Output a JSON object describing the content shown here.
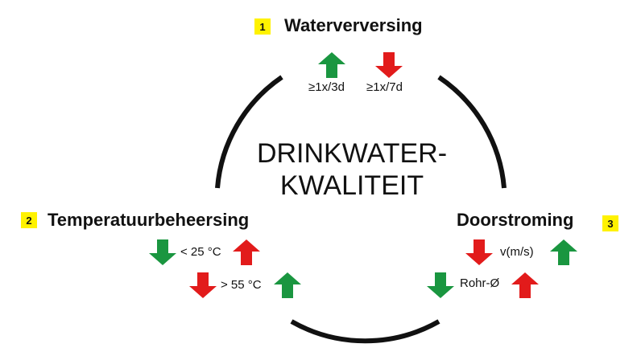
{
  "title_line1": "DRINKWATER-",
  "title_line2": "KWALITEIT",
  "colors": {
    "up": "#1a9640",
    "down": "#e21b1b",
    "badge": "#fff200",
    "ring": "#111111"
  },
  "sections": {
    "waterverversing": {
      "number": "1",
      "heading": "Waterverversing",
      "up_label": "≥1x/3d",
      "down_label": "≥1x/7d"
    },
    "temperatuur": {
      "number": "2",
      "heading": "Temperatuurbeheersing",
      "row1_label": "< 25 °C",
      "row2_label": "> 55 °C"
    },
    "doorstroming": {
      "number": "3",
      "heading": "Doorstroming",
      "row1_label": "v(m/s)",
      "row2_label": "Rohr-Ø"
    }
  }
}
